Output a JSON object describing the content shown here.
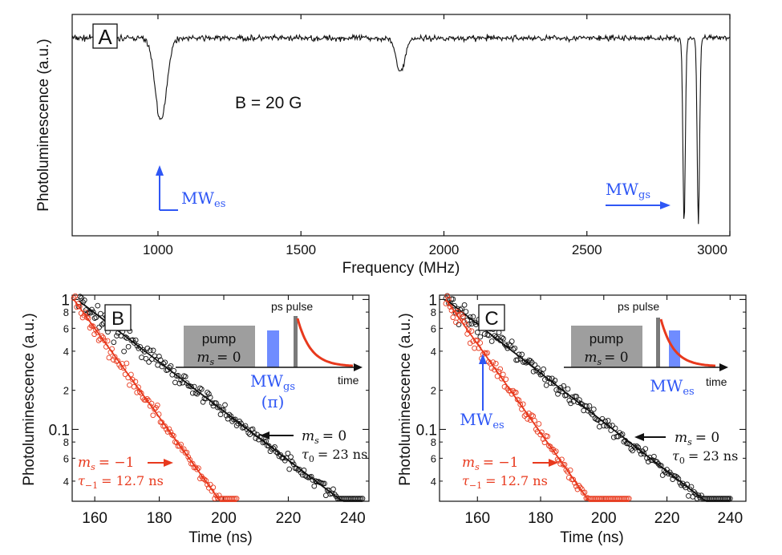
{
  "colors": {
    "black": "#111111",
    "red": "#e8391d",
    "blue": "#2f57f5",
    "pulse_blue": "#6f8cff",
    "pump_gray": "#9e9e9e"
  },
  "panelA": {
    "label": "A",
    "ylabel": "Photoluminescence (a.u.)",
    "xlabel": "Frequency (MHz)",
    "field_label": "B = 20 G",
    "mw_es_main": "MW",
    "mw_es_sub": "es",
    "mw_gs_main": "MW",
    "mw_gs_sub": "gs"
  },
  "panelB": {
    "label": "B",
    "ylabel": "Photoluminescence (a.u.)",
    "xlabel": "Time (ns)",
    "pulse_label": "ps pulse",
    "pump_label": "pump",
    "pump_state_lhs": "m",
    "pump_state_sub": "s",
    "pump_state_rhs": "= 0",
    "time_label": "time",
    "mw_main": "MW",
    "mw_sub": "gs",
    "pi_label": "(π)",
    "black_state_lhs": "m",
    "black_state_sub": "s",
    "black_state_rhs": "= 0",
    "black_tau_lhs": "τ",
    "black_tau_sub": "0",
    "black_tau_rhs": "= 23 ns",
    "red_state_lhs": "m",
    "red_state_sub": "s",
    "red_state_rhs": "= −1",
    "red_tau_lhs": "τ",
    "red_tau_sub": "−1",
    "red_tau_rhs": "= 12.7 ns"
  },
  "panelC": {
    "label": "C",
    "ylabel": "Photoluminescence (a.u.)",
    "xlabel": "Time (ns)",
    "pulse_label": "ps pulse",
    "pump_label": "pump",
    "pump_state_lhs": "m",
    "pump_state_sub": "s",
    "pump_state_rhs": "= 0",
    "time_label": "time",
    "mw_main": "MW",
    "mw_sub": "es",
    "mw_arrow_main": "MW",
    "mw_arrow_sub": "es",
    "black_state_lhs": "m",
    "black_state_sub": "s",
    "black_state_rhs": "= 0",
    "black_tau_lhs": "τ",
    "black_tau_sub": "0",
    "black_tau_rhs": "= 23 ns",
    "red_state_lhs": "m",
    "red_state_sub": "s",
    "red_state_rhs": "= −1",
    "red_tau_lhs": "τ",
    "red_tau_sub": "−1",
    "red_tau_rhs": "= 12.7 ns"
  },
  "chart_data": [
    {
      "type": "line",
      "panel": "A",
      "xlabel": "Frequency (MHz)",
      "ylabel": "Photoluminescence (a.u.)",
      "xlim": [
        700,
        3000
      ],
      "ylim": [
        0.0,
        1.12
      ],
      "xticks": [
        1000,
        1500,
        2000,
        2500,
        3000
      ],
      "xtick_labels": [
        "1000",
        "1500",
        "2000",
        "2500",
        "3000"
      ],
      "yticks_shown": false,
      "annotations": [
        "B = 20 G",
        "MWes",
        "MWgs"
      ],
      "dips": [
        {
          "center": 1010,
          "depth": 0.42,
          "width": 28,
          "label": "MWes"
        },
        {
          "center": 1848,
          "depth": 0.17,
          "width": 22
        },
        {
          "center": 2840,
          "depth": 0.94,
          "width": 6,
          "label": "MWgs"
        },
        {
          "center": 2890,
          "depth": 0.94,
          "width": 6
        }
      ],
      "baseline": 1.0,
      "series": [
        {
          "x_range": [
            700,
            3000
          ],
          "points": 900,
          "color": "#111111"
        }
      ]
    },
    {
      "type": "scatter",
      "panel": "B",
      "xlabel": "Time (ns)",
      "ylabel": "Photoluminescence (a.u.)",
      "xlim": [
        153,
        245
      ],
      "ylim": [
        0.028,
        1.08
      ],
      "yscale": "log",
      "xticks": [
        160,
        180,
        200,
        220,
        240
      ],
      "xtick_labels": [
        "160",
        "180",
        "200",
        "220",
        "240"
      ],
      "yticks_major": [
        0.1,
        1
      ],
      "ytick_labels_major": [
        "0.1",
        "1"
      ],
      "yticks_minor": [
        0.04,
        0.06,
        0.08,
        0.2,
        0.4,
        0.6,
        0.8
      ],
      "ytick_labels_minor": [
        "4",
        "6",
        "8",
        "2",
        "4",
        "6",
        "8"
      ],
      "series": [
        {
          "name": "ms = 0",
          "color": "#111111",
          "x_range": [
            155,
            243
          ],
          "start_value": 1.0,
          "start_x": 154.5,
          "tau": 23,
          "fit": true
        },
        {
          "name": "ms = −1",
          "color": "#e8391d",
          "x_range": [
            153.5,
            204
          ],
          "start_value": 1.0,
          "start_x": 153.5,
          "tau": 12.7,
          "fit": true
        }
      ]
    },
    {
      "type": "scatter",
      "panel": "C",
      "xlabel": "Time (ns)",
      "ylabel": "Photoluminescence (a.u.)",
      "xlim": [
        148,
        245
      ],
      "ylim": [
        0.028,
        1.08
      ],
      "yscale": "log",
      "xticks": [
        160,
        180,
        200,
        220,
        240
      ],
      "xtick_labels": [
        "160",
        "180",
        "200",
        "220",
        "240"
      ],
      "yticks_major": [
        0.1,
        1
      ],
      "ytick_labels_major": [
        "0.1",
        "1"
      ],
      "yticks_minor": [
        0.04,
        0.06,
        0.08,
        0.2,
        0.4,
        0.6,
        0.8
      ],
      "ytick_labels_minor": [
        "4",
        "6",
        "8",
        "2",
        "4",
        "6",
        "8"
      ],
      "series": [
        {
          "name": "ms = 0",
          "color": "#111111",
          "x_range": [
            150,
            240
          ],
          "start_value": 1.0,
          "start_x": 150,
          "tau": 23,
          "fit": true
        },
        {
          "name": "ms = −1",
          "color": "#e8391d",
          "x_range": [
            150,
            208
          ],
          "start_value": 1.0,
          "start_x": 150,
          "tau": 12.7,
          "fit": true
        }
      ]
    }
  ]
}
